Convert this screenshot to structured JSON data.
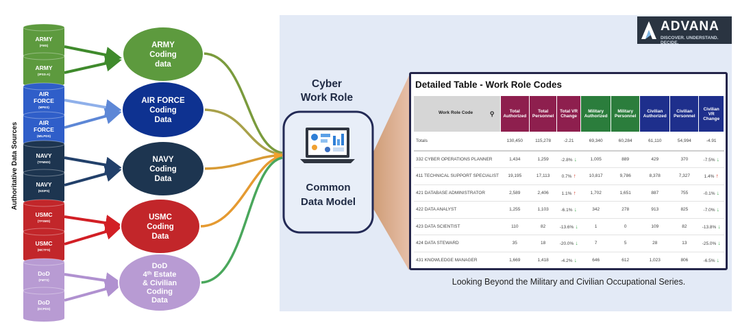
{
  "side_label": "Authoritative Data Sources",
  "cylinders": [
    {
      "name": "ARMY",
      "sub": "(FMS)",
      "color": "#5d9a3e"
    },
    {
      "name": "ARMY",
      "sub": "(IPSS-A)",
      "color": "#5d9a3e"
    },
    {
      "name": "AIR FORCE",
      "sub": "(MPES)",
      "color": "#2f5ec9"
    },
    {
      "name": "AIR FORCE",
      "sub": "(MILPDS)",
      "color": "#2f5ec9"
    },
    {
      "name": "NAVY",
      "sub": "(TFMMS)",
      "color": "#1d3550"
    },
    {
      "name": "NAVY",
      "sub": "(NSIPS)",
      "color": "#1d3550"
    },
    {
      "name": "USMC",
      "sub": "(TFSMS)",
      "color": "#c2262a"
    },
    {
      "name": "USMC",
      "sub": "(MCTFS)",
      "color": "#c2262a"
    },
    {
      "name": "DoD",
      "sub": "(FMTS)",
      "color": "#b89bd3"
    },
    {
      "name": "DoD",
      "sub": "(DCPDS)",
      "color": "#b89bd3"
    }
  ],
  "coding_nodes": [
    {
      "lines": [
        "ARMY",
        "Coding",
        "data"
      ],
      "color": "#5d9a3e"
    },
    {
      "lines": [
        "AIR FORCE",
        "Coding",
        "Data"
      ],
      "color": "#0e3291"
    },
    {
      "lines": [
        "NAVY",
        "Coding",
        "Data"
      ],
      "color": "#1d3550"
    },
    {
      "lines": [
        "USMC",
        "Coding",
        "Data"
      ],
      "color": "#c2262a"
    },
    {
      "lines": [
        "DoD",
        "4th Estate",
        "& Civilian",
        "Coding",
        "Data"
      ],
      "color": "#b89bd3"
    }
  ],
  "cdm": {
    "title_line1": "Cyber",
    "title_line2": "Work Role",
    "label_line1": "Common",
    "label_line2": "Data Model"
  },
  "logo": {
    "brand": "ADVANA",
    "tagline": "DISCOVER. UNDERSTAND. DECIDE."
  },
  "table": {
    "title": "Detailed Table - Work Role Codes",
    "columns": [
      "Work Role Code",
      "Total Authorized",
      "Total Personnel",
      "Total VR Change",
      "Military Authorized",
      "Military Personnel",
      "Civilian Authorized",
      "Civilian Personnel",
      "Civilian VR Change"
    ],
    "totals": [
      "Totals",
      "130,450",
      "115,278",
      "-2.21",
      "69,340",
      "60,284",
      "61,110",
      "54,994",
      "-4.91"
    ],
    "rows": [
      [
        "332 CYBER OPERATIONS PLANNER",
        "1,434",
        "1,259",
        "-2.8%",
        "1,005",
        "889",
        "429",
        "370",
        "-7.5%"
      ],
      [
        "411 TECHNICAL SUPPORT SPECIALIST",
        "19,195",
        "17,113",
        "0.7%",
        "10,817",
        "9,786",
        "8,378",
        "7,327",
        "1.4%"
      ],
      [
        "421 DATABASE ADMINISTRATOR",
        "2,589",
        "2,406",
        "1.1%",
        "1,702",
        "1,651",
        "887",
        "755",
        "-0.1%"
      ],
      [
        "422 DATA ANALYST",
        "1,255",
        "1,103",
        "-6.1%",
        "342",
        "278",
        "913",
        "825",
        "-7.0%"
      ],
      [
        "423 DATA SCIENTIST",
        "110",
        "82",
        "-13.6%",
        "1",
        "0",
        "109",
        "82",
        "-13.8%"
      ],
      [
        "424 DATA STEWARD",
        "35",
        "18",
        "-20.0%",
        "7",
        "5",
        "28",
        "13",
        "-25.0%"
      ],
      [
        "431 KNOWLEDGE MANAGER",
        "1,669",
        "1,418",
        "-4.2%",
        "646",
        "612",
        "1,023",
        "806",
        "-6.5%"
      ]
    ],
    "arrows": [
      [
        "dn",
        "dn"
      ],
      [
        "up",
        "up"
      ],
      [
        "up",
        "dn"
      ],
      [
        "dn",
        "dn"
      ],
      [
        "dn",
        "dn"
      ],
      [
        "dn",
        "dn"
      ],
      [
        "dn",
        "dn"
      ]
    ]
  },
  "caption": "Looking Beyond the Military and Civilian Occupational Series."
}
